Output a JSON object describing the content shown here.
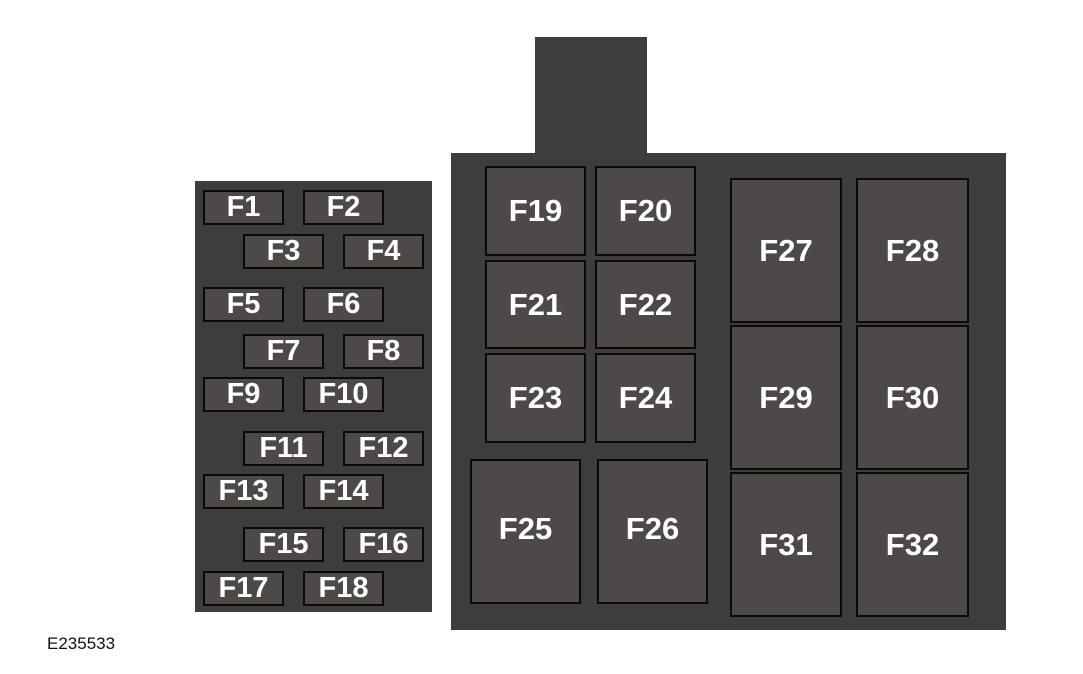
{
  "diagram": {
    "reference_code": "E235533",
    "colors": {
      "housing": "#3c3d3c",
      "fuse": "#4d4949",
      "label": "#ffffff"
    },
    "left_panel": {
      "fuses": [
        "F1",
        "F2",
        "F3",
        "F4",
        "F5",
        "F6",
        "F7",
        "F8",
        "F9",
        "F10",
        "F11",
        "F12",
        "F13",
        "F14",
        "F15",
        "F16",
        "F17",
        "F18"
      ]
    },
    "right_panel": {
      "fuses": [
        "F19",
        "F20",
        "F21",
        "F22",
        "F23",
        "F24",
        "F25",
        "F26",
        "F27",
        "F28",
        "F29",
        "F30",
        "F31",
        "F32"
      ]
    }
  }
}
